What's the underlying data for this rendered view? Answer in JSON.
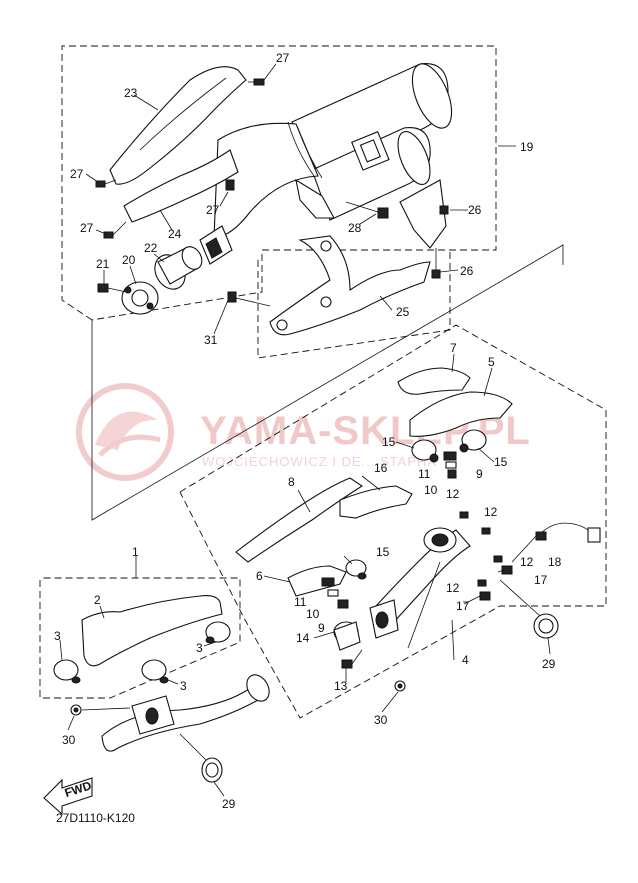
{
  "watermark": {
    "brand": "YAMA-SKLEP.PL",
    "subline": "WOJCIECHOWICZ I DE... STAPHA"
  },
  "diagram_code": "27D1110-K120",
  "fwd_label": "FWD",
  "callouts": [
    {
      "id": "c27a",
      "label": "27"
    },
    {
      "id": "c23",
      "label": "23"
    },
    {
      "id": "c19",
      "label": "19"
    },
    {
      "id": "c27b",
      "label": "27"
    },
    {
      "id": "c27c",
      "label": "27"
    },
    {
      "id": "c24",
      "label": "24"
    },
    {
      "id": "c27d",
      "label": "27"
    },
    {
      "id": "c28",
      "label": "28"
    },
    {
      "id": "c26a",
      "label": "26"
    },
    {
      "id": "c26b",
      "label": "26"
    },
    {
      "id": "c22",
      "label": "22"
    },
    {
      "id": "c21",
      "label": "21"
    },
    {
      "id": "c20",
      "label": "20"
    },
    {
      "id": "c31",
      "label": "31"
    },
    {
      "id": "c25",
      "label": "25"
    },
    {
      "id": "c7",
      "label": "7"
    },
    {
      "id": "c5",
      "label": "5"
    },
    {
      "id": "c15a",
      "label": "15"
    },
    {
      "id": "c15b",
      "label": "15"
    },
    {
      "id": "c11a",
      "label": "11"
    },
    {
      "id": "c9a",
      "label": "9"
    },
    {
      "id": "c10a",
      "label": "10"
    },
    {
      "id": "c16",
      "label": "16"
    },
    {
      "id": "c12a",
      "label": "12"
    },
    {
      "id": "c12b",
      "label": "12"
    },
    {
      "id": "c8",
      "label": "8"
    },
    {
      "id": "c12c",
      "label": "12"
    },
    {
      "id": "c18",
      "label": "18"
    },
    {
      "id": "c15c",
      "label": "15"
    },
    {
      "id": "c6",
      "label": "6"
    },
    {
      "id": "c17a",
      "label": "17"
    },
    {
      "id": "c11b",
      "label": "11"
    },
    {
      "id": "c12d",
      "label": "12"
    },
    {
      "id": "c10b",
      "label": "10"
    },
    {
      "id": "c17b",
      "label": "17"
    },
    {
      "id": "c9b",
      "label": "9"
    },
    {
      "id": "c1",
      "label": "1"
    },
    {
      "id": "c14",
      "label": "14"
    },
    {
      "id": "c2",
      "label": "2"
    },
    {
      "id": "c29a",
      "label": "29"
    },
    {
      "id": "c4",
      "label": "4"
    },
    {
      "id": "c3a",
      "label": "3"
    },
    {
      "id": "c3b",
      "label": "3"
    },
    {
      "id": "c3c",
      "label": "3"
    },
    {
      "id": "c13",
      "label": "13"
    },
    {
      "id": "c30a",
      "label": "30"
    },
    {
      "id": "c30b",
      "label": "30"
    },
    {
      "id": "c29b",
      "label": "29"
    }
  ]
}
